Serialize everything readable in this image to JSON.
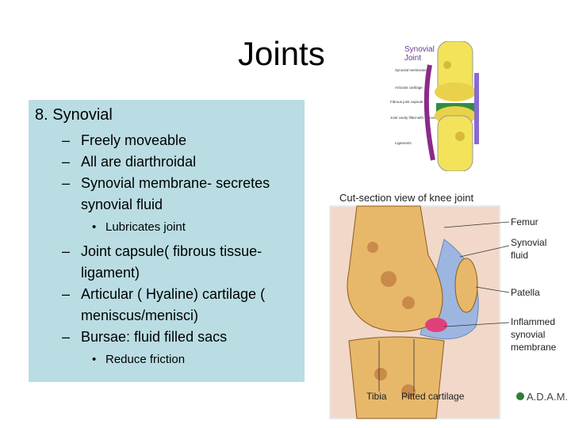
{
  "slide": {
    "title": "Joints",
    "heading": "8. Synovial",
    "bullets": [
      {
        "text": "Freely moveable"
      },
      {
        "text": "All are diarthroidal"
      },
      {
        "text": "Synovial membrane- secretes synovial fluid",
        "sub": [
          "Lubricates joint"
        ]
      },
      {
        "text": "Joint capsule( fibrous tissue- ligament)"
      },
      {
        "text": "Articular ( Hyaline) cartilage ( meniscus/menisci)"
      },
      {
        "text": "Bursae: fluid filled sacs",
        "sub": [
          "Reduce friction"
        ]
      }
    ]
  },
  "small_diagram": {
    "title_line1": "Synovial",
    "title_line2": "Joint",
    "labels": [
      "Synovial membrane",
      "Articular cartilage",
      "Fibrous joint capsule",
      "Joint cavity filled with synovial fluid",
      "Ligaments"
    ]
  },
  "knee_diagram": {
    "title": "Cut-section view of knee joint",
    "labels": {
      "femur": "Femur",
      "synovial_fluid_1": "Synovial",
      "synovial_fluid_2": "fluid",
      "patella": "Patella",
      "inflamed_1": "Inflammed",
      "inflamed_2": "synovial",
      "inflamed_3": "membrane",
      "tibia": "Tibia",
      "pitted": "Pitted cartilage"
    },
    "logo": "A.D.A.M."
  },
  "colors": {
    "box_bg": "#b9dde3",
    "bone": "#e8b86a",
    "marrow": "#c98a4a",
    "fluid": "#9db6e0",
    "inflamed": "#e0407a"
  }
}
